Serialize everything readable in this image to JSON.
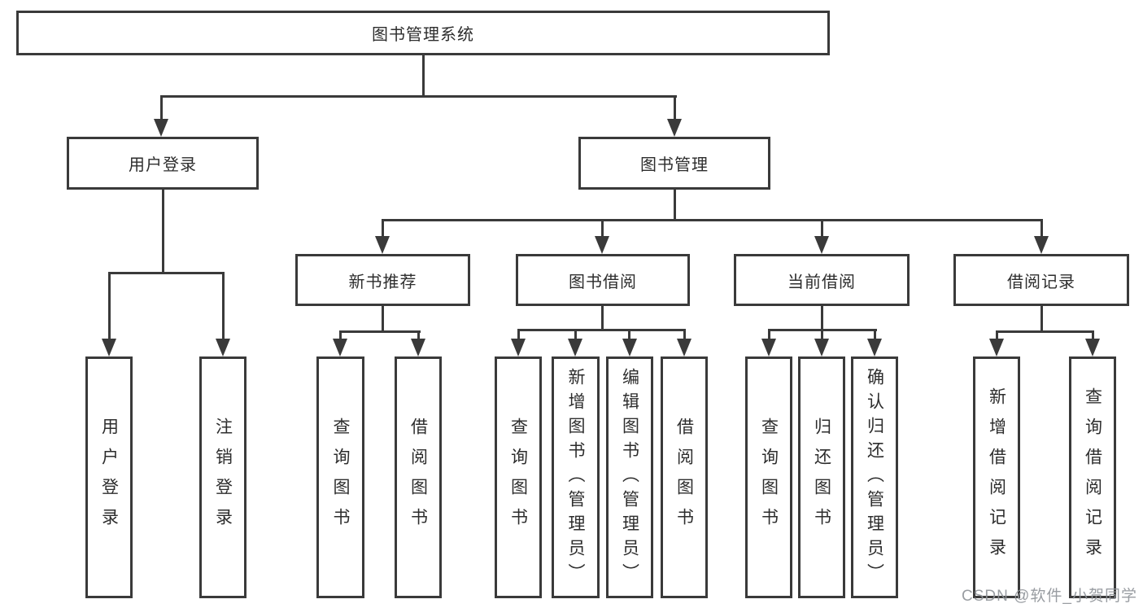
{
  "tree": {
    "root": {
      "label": "图书管理系统"
    },
    "branches": [
      {
        "label": "用户登录",
        "children": [
          "用户登录",
          "注销登录"
        ]
      },
      {
        "label": "图书管理",
        "sections": [
          {
            "label": "新书推荐",
            "children": [
              "查询图书",
              "借阅图书"
            ]
          },
          {
            "label": "图书借阅",
            "children": [
              "查询图书",
              "新增图书（管理员）",
              "编辑图书（管理员）",
              "借阅图书"
            ]
          },
          {
            "label": "当前借阅",
            "children": [
              "查询图书",
              "归还图书",
              "确认归还（管理员）"
            ]
          },
          {
            "label": "借阅记录",
            "children": [
              "新增借阅记录",
              "查询借阅记录"
            ]
          }
        ]
      }
    ]
  },
  "watermark": "CSDN @软件_小贺同学",
  "colors": {
    "line": "#3a3a3a",
    "text": "#2d2d2d",
    "watermark": "#8f9398",
    "background": "#ffffff"
  }
}
